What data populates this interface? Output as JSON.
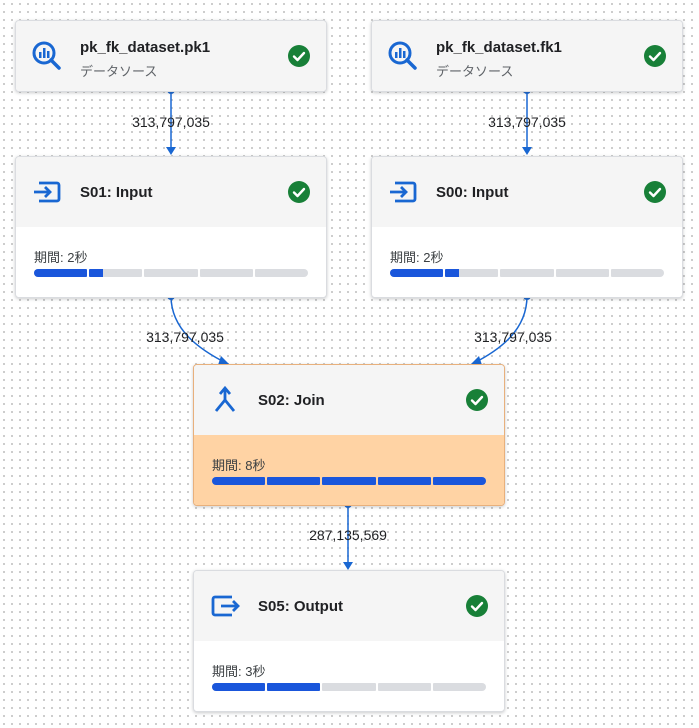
{
  "colors": {
    "accent": "#1967d2",
    "success": "#188038",
    "progress": "#1a56db",
    "selected_bg": "#ffd3a4"
  },
  "nodes": {
    "pk1": {
      "title": "pk_fk_dataset.pk1",
      "subtitle": "データソース",
      "icon": "analytics-search-icon",
      "status": "success"
    },
    "fk1": {
      "title": "pk_fk_dataset.fk1",
      "subtitle": "データソース",
      "icon": "analytics-search-icon",
      "status": "success"
    },
    "s01": {
      "title": "S01: Input",
      "icon": "input-arrow-icon",
      "duration": "期間: 2秒",
      "progress": 0.25,
      "status": "success"
    },
    "s00": {
      "title": "S00: Input",
      "icon": "input-arrow-icon",
      "duration": "期間: 2秒",
      "progress": 0.25,
      "status": "success"
    },
    "s02": {
      "title": "S02: Join",
      "icon": "merge-icon",
      "duration": "期間: 8秒",
      "progress": 1.0,
      "status": "success",
      "selected": true
    },
    "s05": {
      "title": "S05: Output",
      "icon": "output-arrow-icon",
      "duration": "期間: 3秒",
      "progress": 0.4,
      "status": "success"
    }
  },
  "edges": {
    "pk1_s01": "313,797,035",
    "fk1_s00": "313,797,035",
    "s01_s02": "313,797,035",
    "s00_s02": "313,797,035",
    "s02_s05": "287,135,569"
  }
}
